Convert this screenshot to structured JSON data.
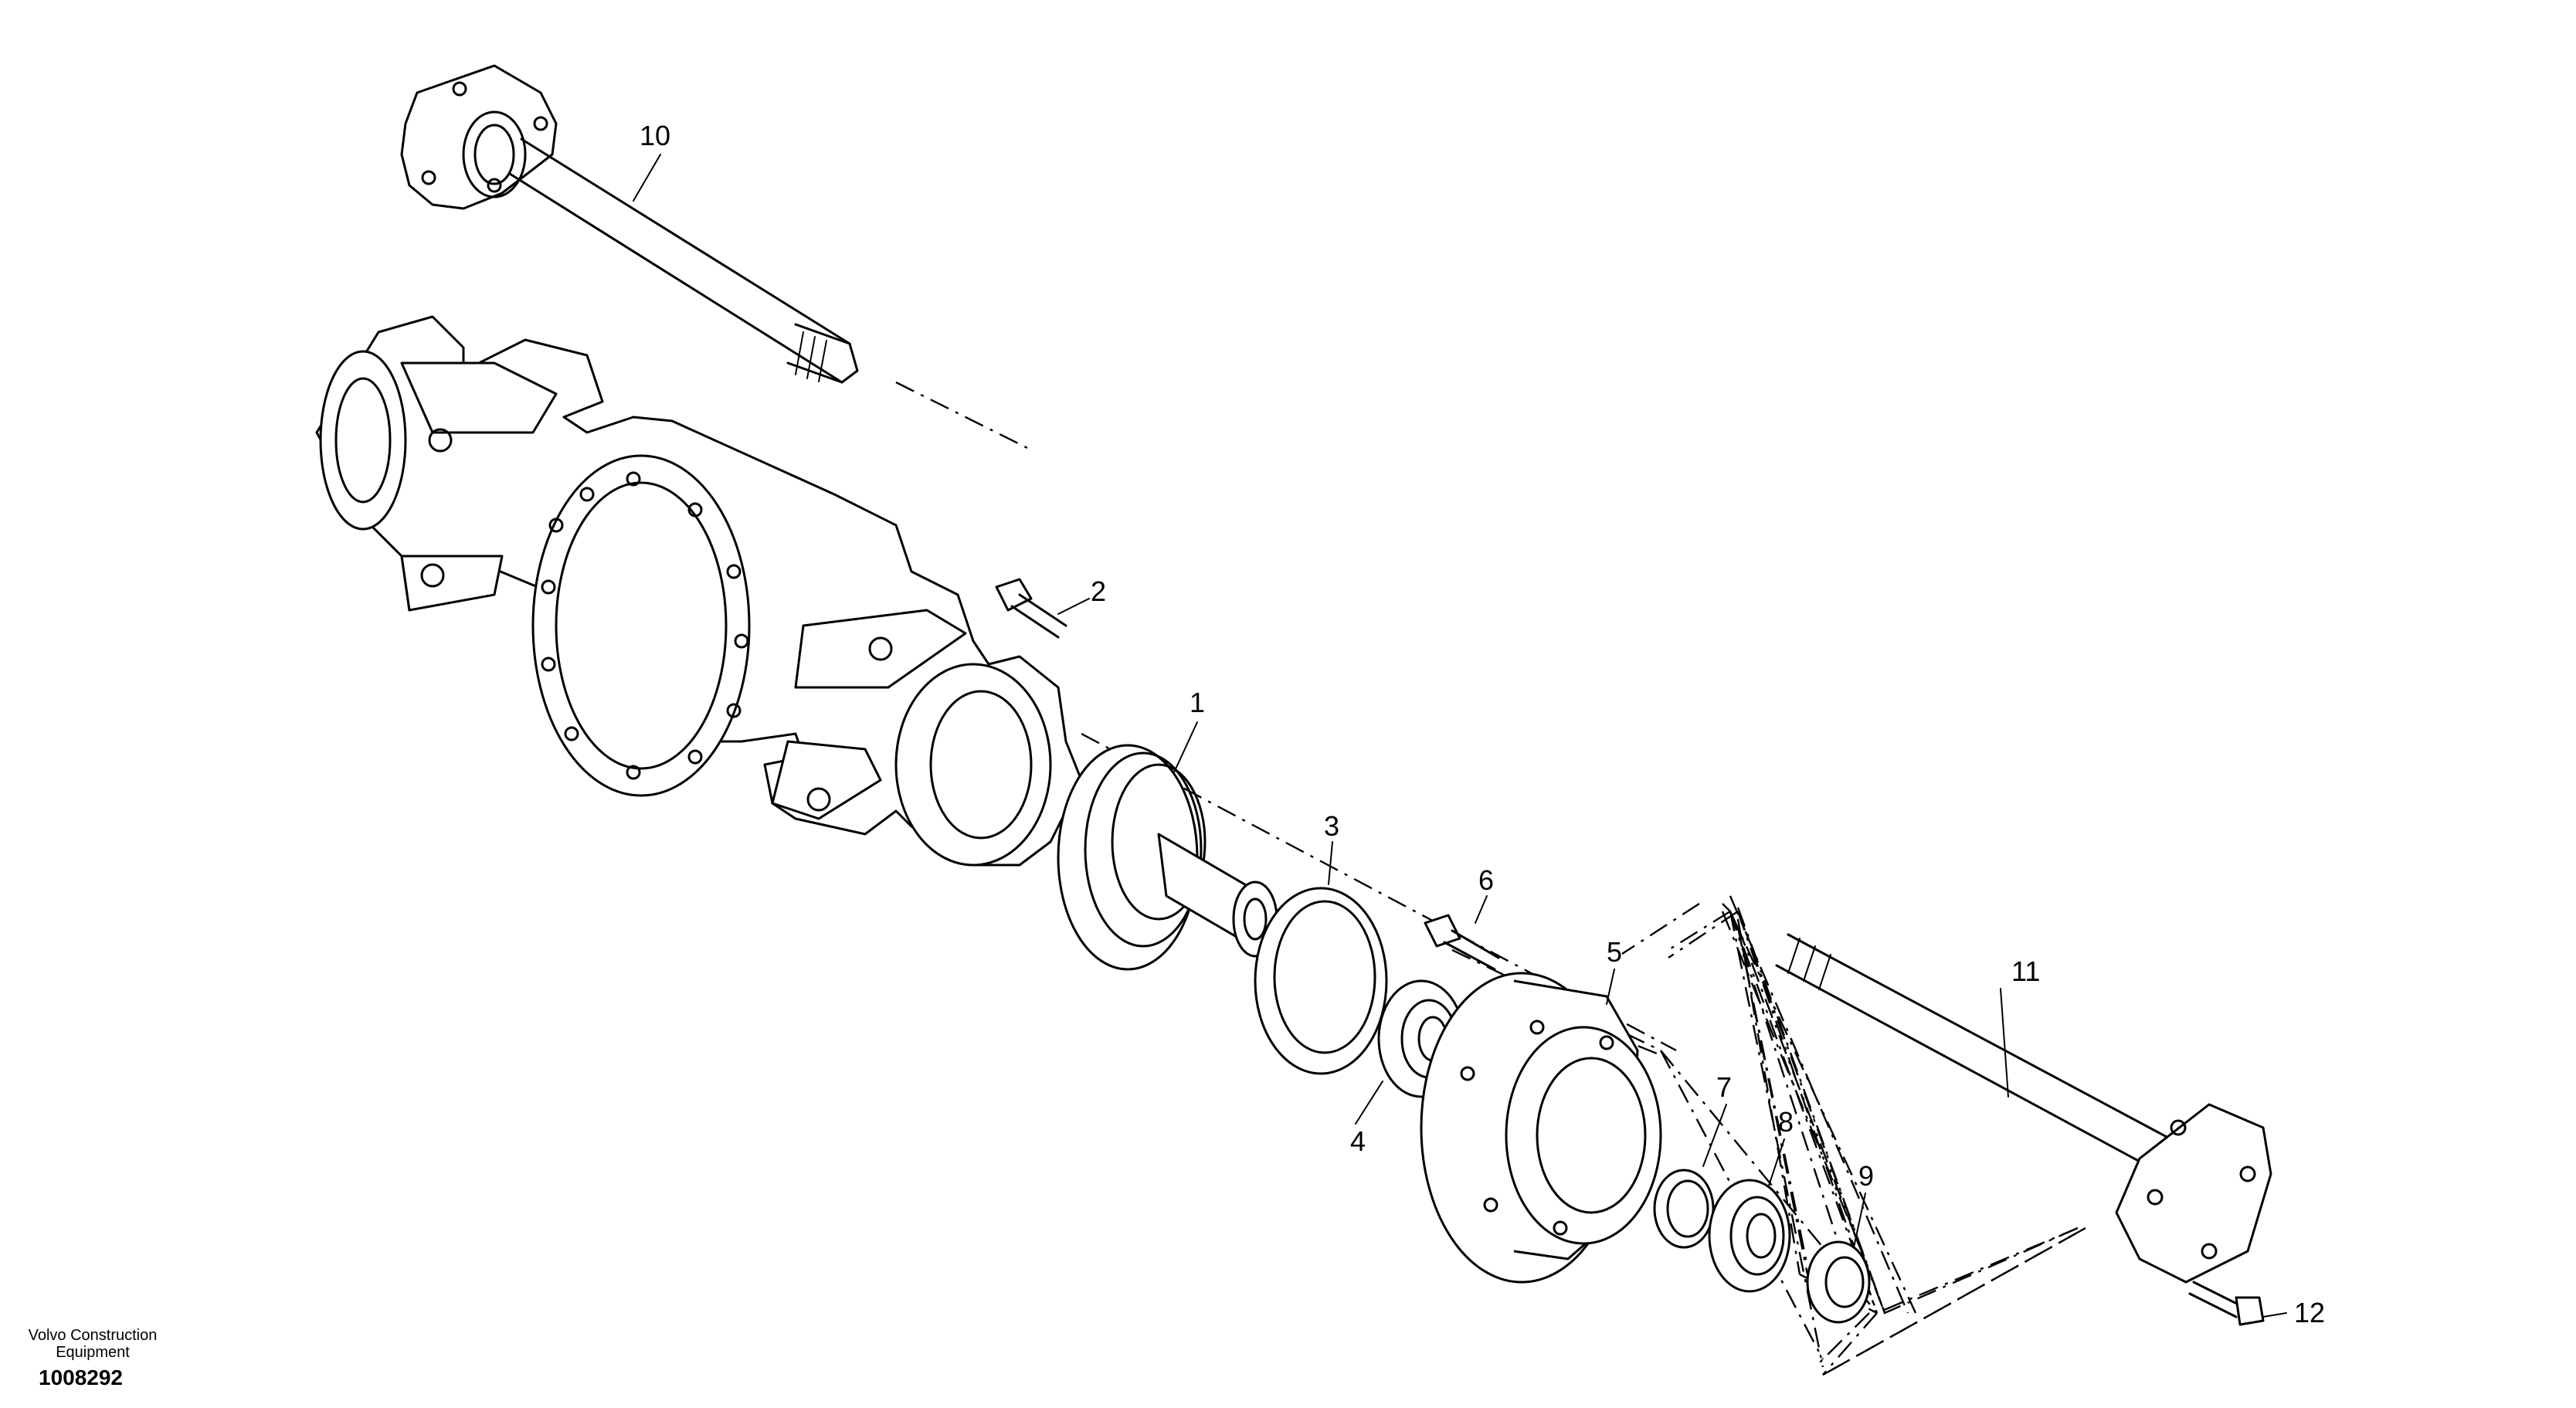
{
  "figure": {
    "brand_line1": "Volvo Construction",
    "brand_line2": "Equipment",
    "drawing_number": "1008292"
  },
  "callouts": {
    "p1": "1",
    "p2": "2",
    "p3": "3",
    "p4": "4",
    "p5": "5",
    "p6": "6",
    "p7": "7",
    "p8": "8",
    "p9": "9",
    "p10": "10",
    "p11": "11",
    "p12": "12"
  }
}
